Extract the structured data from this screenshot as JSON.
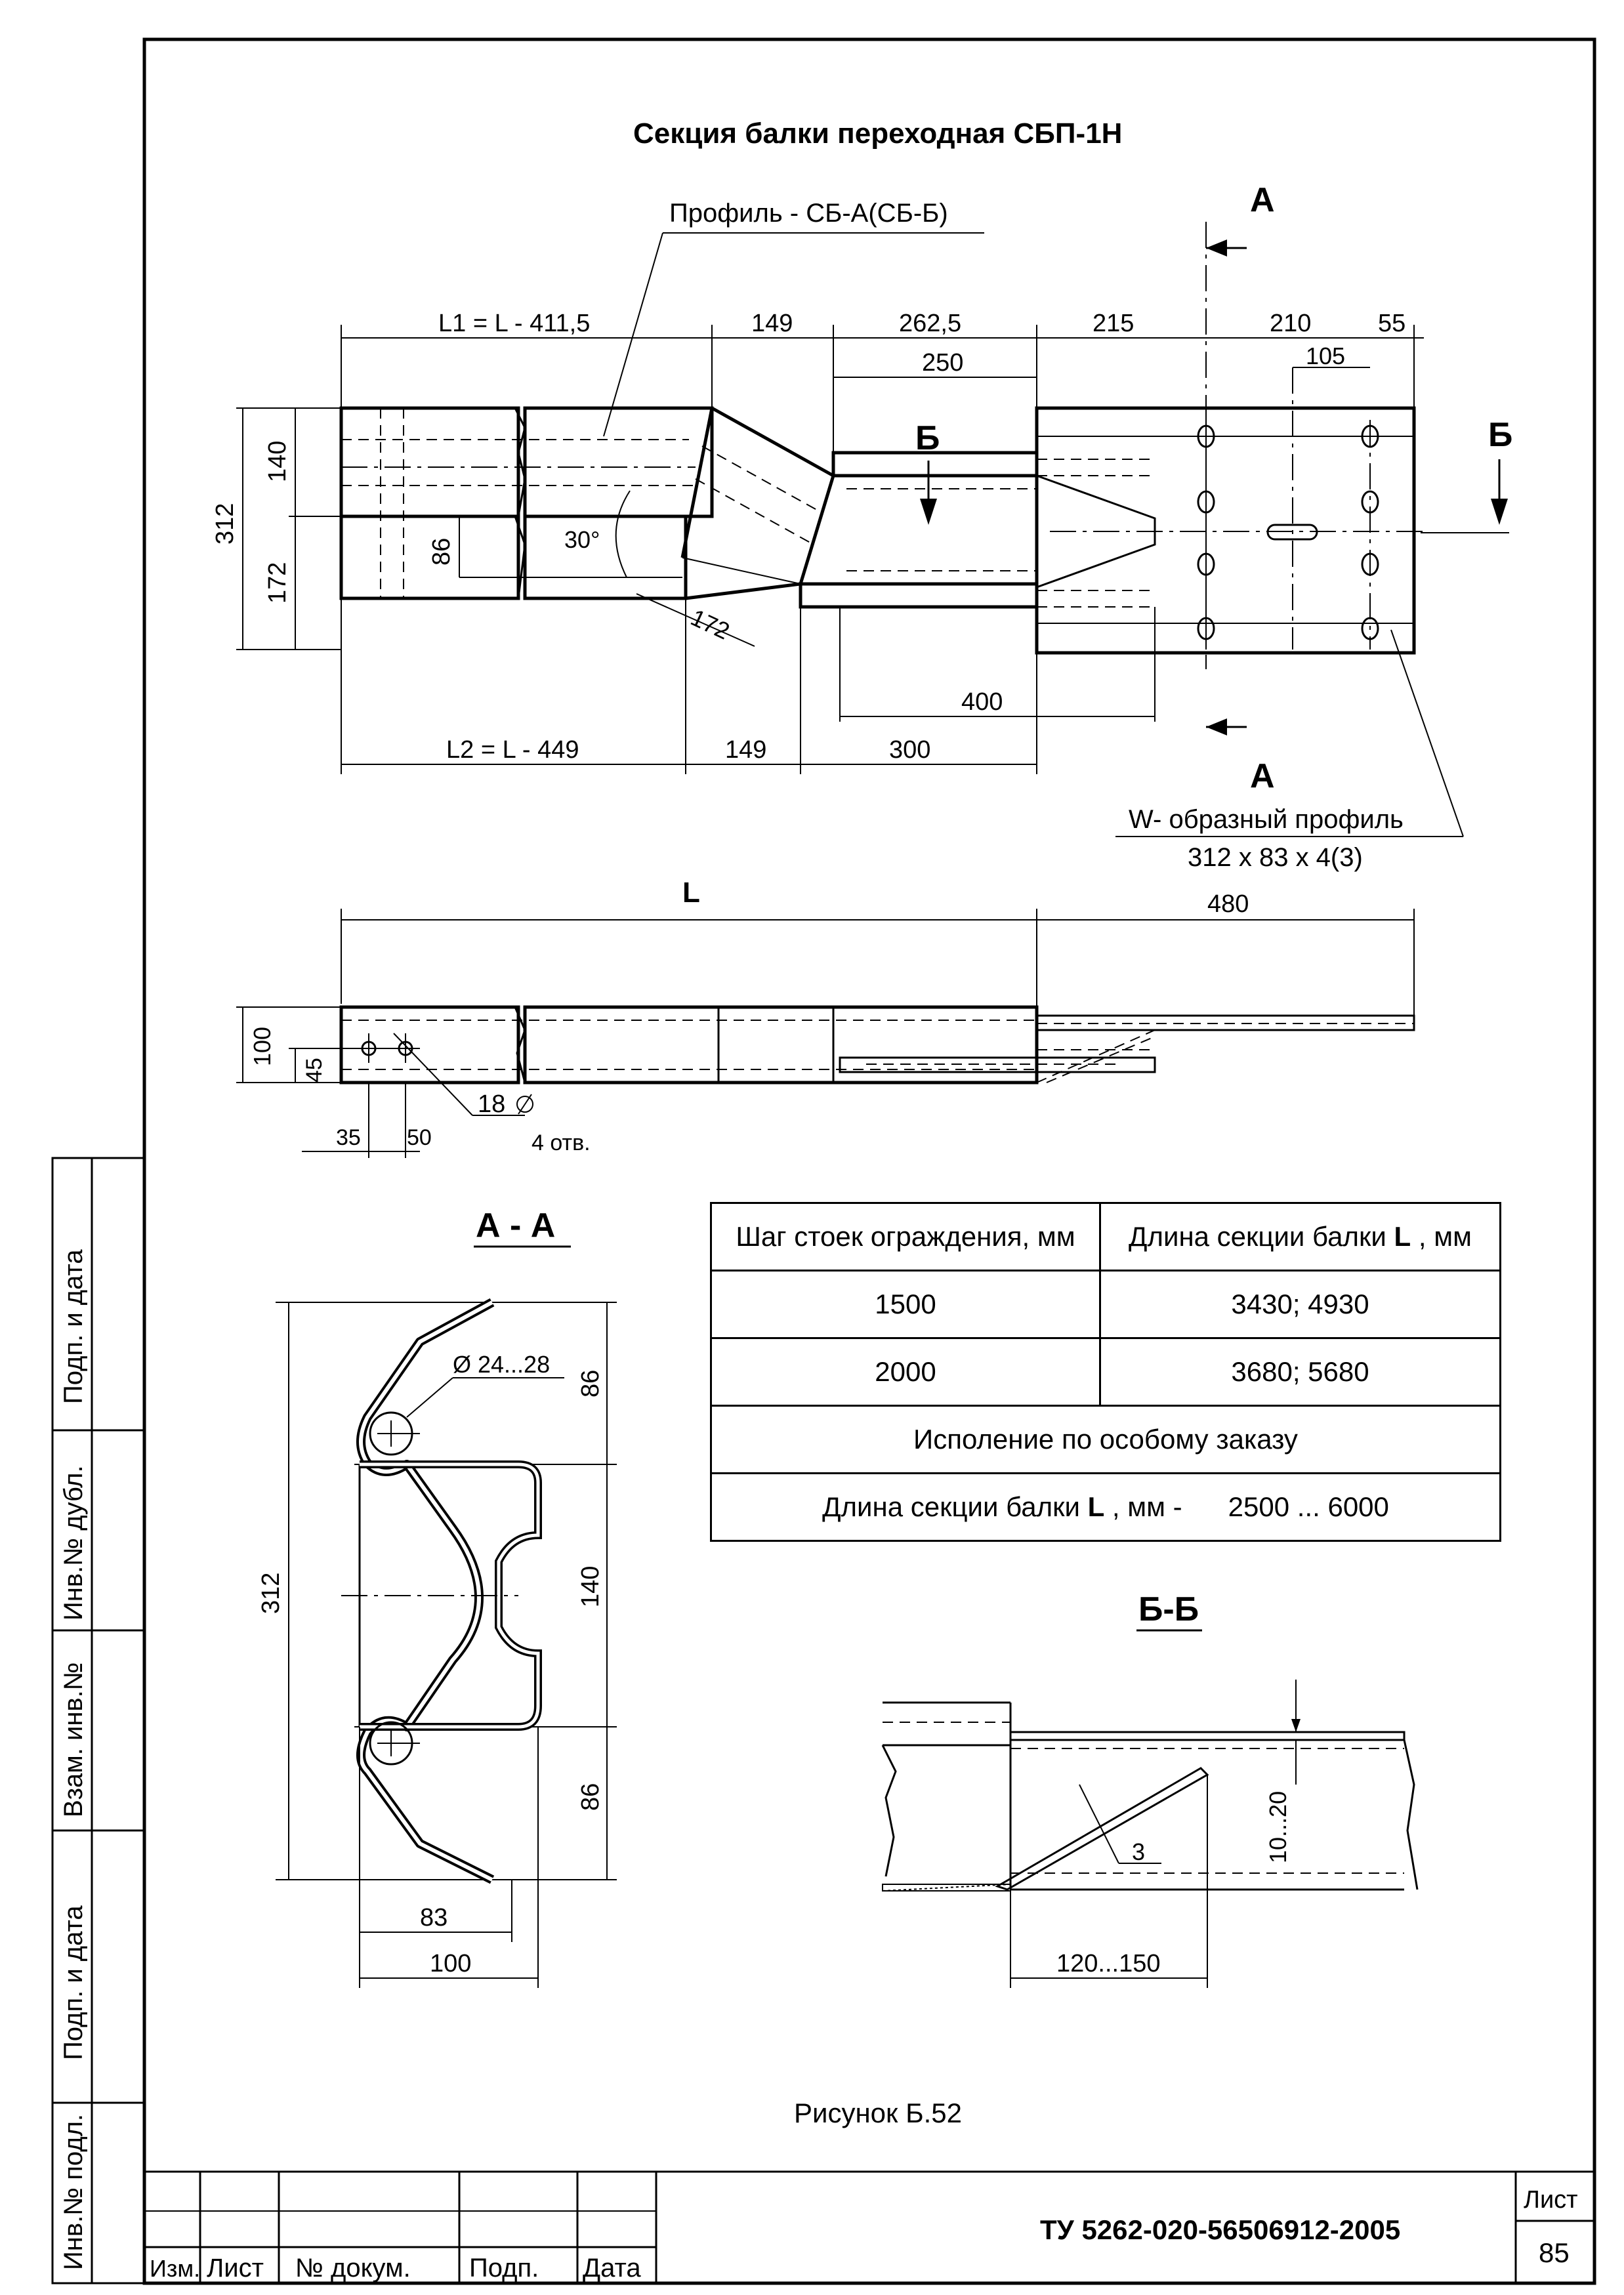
{
  "title": "Секция балки переходная  СБП-1Н",
  "figure_caption": "Рисунок Б.52",
  "plan_view": {
    "profile_label": "Профиль - СБ-А(СБ-Б)",
    "section_mark_a": "А",
    "section_mark_b": "Б",
    "dims_top": [
      "L1 = L - 411,5",
      "149",
      "262,5",
      "215",
      "210",
      "55"
    ],
    "dim_250": "250",
    "dim_105": "105",
    "dims_left": [
      "312",
      "140",
      "172",
      "86"
    ],
    "angle": "30°",
    "dim_diag": "172",
    "dim_400": "400",
    "dims_bottom": [
      "L2 = L - 449",
      "149",
      "300"
    ],
    "w_profile_label": "W- образный профиль",
    "w_profile_size": "312 x 83 x 4(3)"
  },
  "side_view": {
    "dim_L": "L",
    "dim_480": "480",
    "dim_100": "100",
    "dim_45": "45",
    "hole_dia": "18",
    "holes_count": "4 отв.",
    "dim_35": "35",
    "dim_50": "50"
  },
  "section_aa": {
    "label": "А - А",
    "dia": "Ø 24...28",
    "dim_312": "312",
    "dim_86_top": "86",
    "dim_140": "140",
    "dim_86_bottom": "86",
    "dim_83": "83",
    "dim_100": "100"
  },
  "section_bb": {
    "label": "Б-Б",
    "dim_range": "10...20",
    "dim_3": "3",
    "dim_length": "120...150"
  },
  "spec_table": {
    "header": [
      "Шаг стоек ограждения, мм",
      "Длина секции балки ",
      "L",
      " , мм"
    ],
    "rows": [
      [
        "1500",
        "3430; 4930"
      ],
      [
        "2000",
        "3680; 5680"
      ]
    ],
    "special_order": "Исполение по особому заказу",
    "range_prefix": "Длина секции балки ",
    "range_bold": "L",
    "range_suffix": " , мм -      2500 ... 6000"
  },
  "side_stamp": [
    "Инв.№ подл.",
    "Подп. и дата",
    "Взам. инв.№",
    "Инв.№ дубл.",
    "Подп. и дата"
  ],
  "title_block": {
    "doc_code": "ТУ 5262-020-56506912-2005",
    "sheet_label": "Лист",
    "sheet_number": "85",
    "columns": [
      "Изм.",
      "Лист",
      "№ докум.",
      "Подп.",
      "Дата"
    ]
  }
}
